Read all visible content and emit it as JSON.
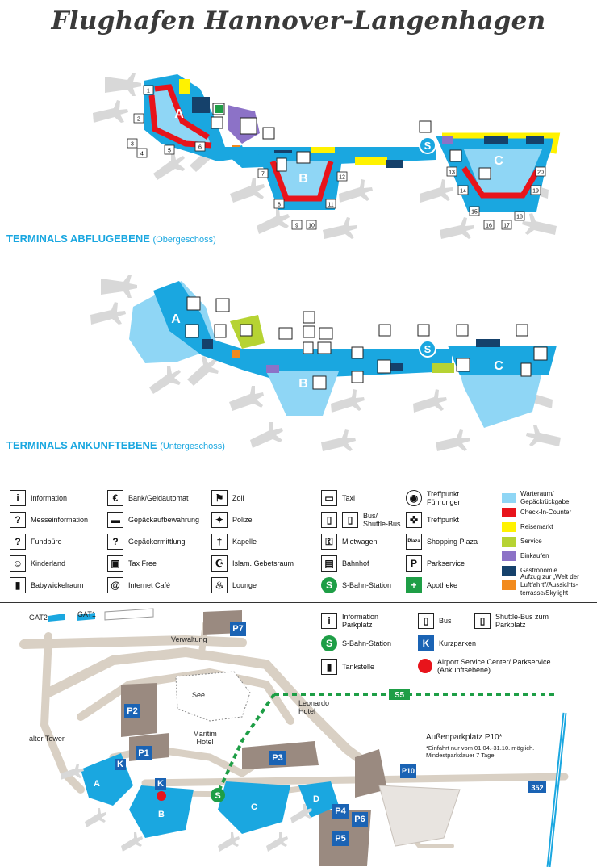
{
  "title": "Flughafen Hannover-Langenhagen",
  "sections": {
    "departures": {
      "label": "TERMINALS ABFLUGEBENE",
      "sub": "(Obergeschoss)"
    },
    "arrivals": {
      "label": "TERMINALS ANKUNFTEBENE",
      "sub": "(Untergeschoss)"
    }
  },
  "terminals": [
    "A",
    "B",
    "C"
  ],
  "gates": [
    "1",
    "2",
    "3",
    "4",
    "5",
    "6",
    "7",
    "8",
    "9",
    "10",
    "11",
    "12",
    "13",
    "14",
    "15",
    "16",
    "17",
    "18",
    "19",
    "20"
  ],
  "legend": {
    "col1": [
      "Information",
      "Messeinformation",
      "Fundbüro",
      "Kinderland",
      "Babywickelraum"
    ],
    "col2": [
      "Bank/Geldautomat",
      "Gepäckaufbewahrung",
      "Gepäckermittlung",
      "Tax Free",
      "Internet Café"
    ],
    "col3": [
      "Zoll",
      "Polizei",
      "Kapelle",
      "Islam. Gebetsraum",
      "Lounge"
    ],
    "col4": [
      "Taxi",
      "Bus/ Shuttle-Bus",
      "Mietwagen",
      "Bahnhof",
      "S-Bahn-Station"
    ],
    "col5": [
      "Treffpunkt Führungen",
      "Treffpunkt",
      "Shopping Plaza",
      "Parkservice",
      "Apotheke"
    ],
    "colors": [
      {
        "label": "Warteraum/ Gepäckrückgabe",
        "color": "#8fd6f5"
      },
      {
        "label": "Check-In-Counter",
        "color": "#e8141b"
      },
      {
        "label": "Reisemarkt",
        "color": "#fff200"
      },
      {
        "label": "Service",
        "color": "#b6d333"
      },
      {
        "label": "Einkaufen",
        "color": "#8c72c7"
      },
      {
        "label": "Gastronomie",
        "color": "#15416b"
      },
      {
        "label": "Aufzug zur „Welt der Luftfahrt\"/Aussichts- terrasse/Skylight",
        "color": "#f28a1d"
      }
    ]
  },
  "map": {
    "gat2": "GAT2",
    "gat1": "GAT1",
    "verwaltung": "Verwaltung",
    "see": "See",
    "leonardo": "Leonardo Hotel",
    "maritim": "Maritim Hotel",
    "alter_tower": "alter Tower",
    "aussen_title": "Außenparkplatz P10*",
    "aussen_note": "*Einfahrt nur vom 01.04.-31.10. möglich. Mindestparkdauer 7 Tage.",
    "s5": "S5",
    "road": "352",
    "parkings": [
      "P1",
      "P2",
      "P3",
      "P4",
      "P5",
      "P6",
      "P7",
      "P10"
    ],
    "terminal_d": "D",
    "k": "K",
    "s": "S",
    "legend": {
      "info_parkplatz": "Information Parkplatz",
      "sbahn": "S-Bahn-Station",
      "tankstelle": "Tankstelle",
      "bus": "Bus",
      "kurzparken": "Kurzparken",
      "asc": "Airport Service Center/ Parkservice (Ankunftsebene)",
      "shuttle": "Shuttle-Bus zum Parkplatz"
    }
  },
  "colors": {
    "blue": "#1aa7e0",
    "light_blue": "#8fd6f5",
    "red": "#e8141b",
    "yellow": "#fff200",
    "green": "#b6d333",
    "purple": "#8c72c7",
    "navy": "#15416b",
    "orange": "#f28a1d",
    "park": "#1a63b4",
    "ground": "#d9d0c4",
    "building": "#9a8a80"
  }
}
